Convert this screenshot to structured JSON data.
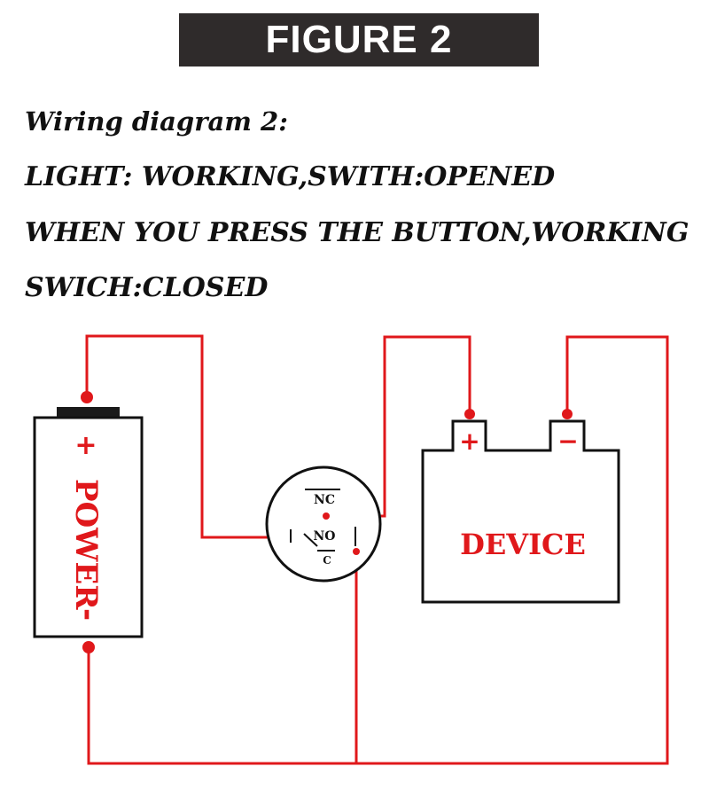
{
  "figure_title": "FIGURE 2",
  "description": {
    "line1": "Wiring diagram 2:",
    "line2": "LIGHT: WORKING,SWITH:OPENED",
    "line3": "WHEN YOU PRESS THE BUTTON,WORKING",
    "line4": "SWICH:CLOSED"
  },
  "power": {
    "label": "POWER",
    "plus": "+",
    "minus": "-"
  },
  "switch": {
    "nc_label": "NC",
    "no_label": "NO",
    "c_label": "C"
  },
  "device": {
    "label": "DEVICE",
    "plus": "+",
    "minus": "−"
  },
  "colors": {
    "wire": "#e0181b",
    "outline": "#111111",
    "banner": "#2f2b2b"
  }
}
